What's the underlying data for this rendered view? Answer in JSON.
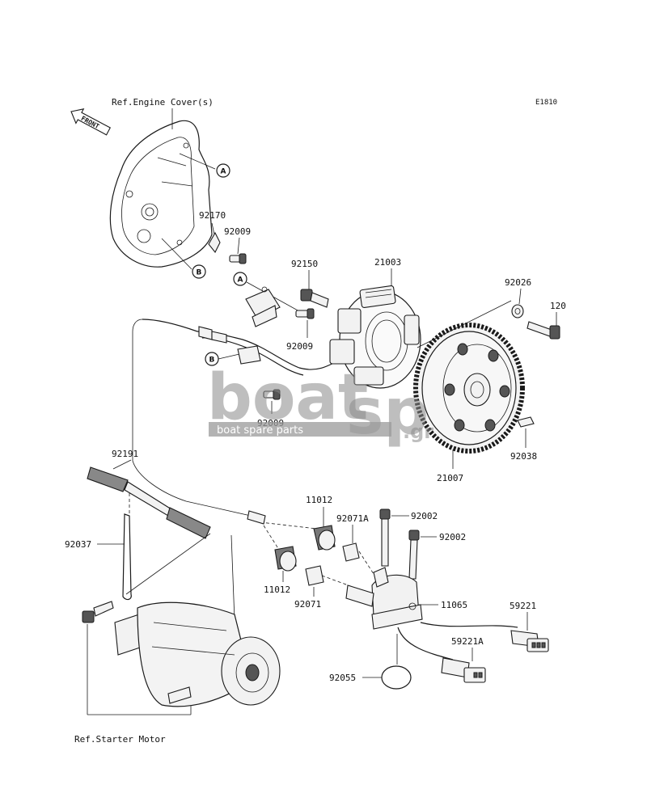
{
  "diagram_code": "E1810",
  "front_label": "FRONT",
  "ref_labels": {
    "engine_cover": "Ref.Engine Cover(s)",
    "starter_motor": "Ref.Starter Motor"
  },
  "circle_markers": {
    "a": "A",
    "b": "B"
  },
  "part_numbers": {
    "p92170": "92170",
    "p92009_top": "92009",
    "p92150": "92150",
    "p21003": "21003",
    "p92026": "92026",
    "p120": "120",
    "p92009_mid": "92009",
    "p92009_low": "92009",
    "p21007": "21007",
    "p92038": "92038",
    "p92191": "92191",
    "p92037": "92037",
    "p11012_top": "11012",
    "p11012_low": "11012",
    "p92071A": "92071A",
    "p92071": "92071",
    "p92002_top": "92002",
    "p92002_mid": "92002",
    "p11065": "11065",
    "p59221": "59221",
    "p59221A": "59221A",
    "p92055": "92055"
  },
  "watermark": {
    "brand_left": "boat",
    "brand_right": "sp",
    "tld": ".gr",
    "tagline": "boat spare parts"
  }
}
